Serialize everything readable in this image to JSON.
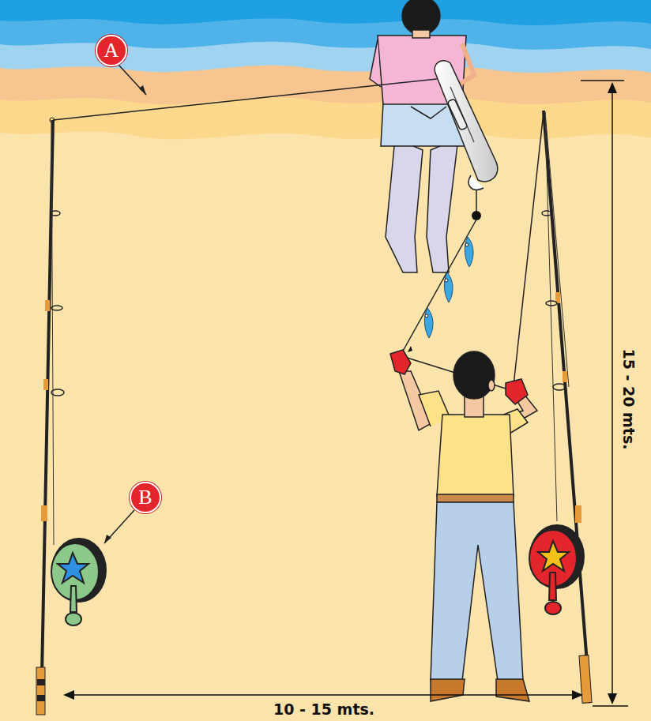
{
  "diagram": {
    "nodes": [
      {
        "text": [
          "A"
        ]
      },
      {
        "text": [
          "B"
        ]
      }
    ],
    "labels": [
      "15 - 20 mts.",
      "10 - 15 mts."
    ]
  }
}
